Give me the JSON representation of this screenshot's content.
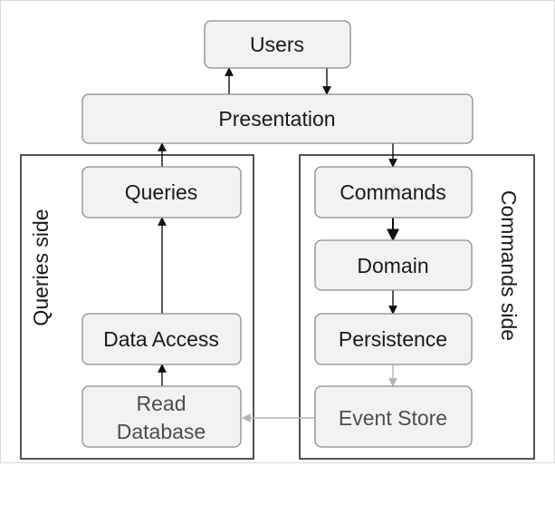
{
  "nodes": {
    "users": "Users",
    "presentation": "Presentation",
    "queries": "Queries",
    "data_access": "Data Access",
    "read_database": [
      "Read",
      "Database"
    ],
    "commands": "Commands",
    "domain": "Domain",
    "persistence": "Persistence",
    "event_store": "Event Store"
  },
  "groups": {
    "queries_side": "Queries side",
    "commands_side": "Commands side"
  },
  "edges": [
    {
      "from": "presentation",
      "to": "users",
      "style": "solid"
    },
    {
      "from": "users",
      "to": "presentation",
      "style": "solid"
    },
    {
      "from": "queries",
      "to": "presentation",
      "style": "solid"
    },
    {
      "from": "presentation",
      "to": "commands",
      "style": "solid"
    },
    {
      "from": "data_access",
      "to": "queries",
      "style": "solid"
    },
    {
      "from": "read_database",
      "to": "data_access",
      "style": "solid"
    },
    {
      "from": "commands",
      "to": "domain",
      "style": "solid"
    },
    {
      "from": "domain",
      "to": "persistence",
      "style": "solid"
    },
    {
      "from": "persistence",
      "to": "event_store",
      "style": "faded"
    },
    {
      "from": "event_store",
      "to": "read_database",
      "style": "faded"
    }
  ],
  "colors": {
    "node_fill": "#f2f2f2",
    "node_stroke": "#8c8c8c",
    "edge": "#111111",
    "edge_faded": "#b3b3b3"
  }
}
